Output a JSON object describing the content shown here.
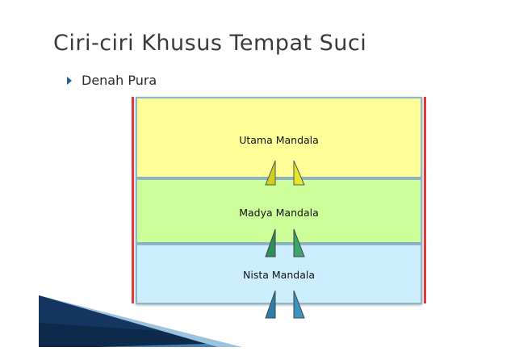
{
  "slide": {
    "title": "Ciri-ciri Khusus Tempat Suci",
    "bullet": "Denah Pura"
  },
  "zones": [
    {
      "label": "Utama Mandala",
      "color": "#ffff99"
    },
    {
      "label": "Madya Mandala",
      "color": "#ccff99"
    },
    {
      "label": "Nista Mandala",
      "color": "#cceeff"
    }
  ],
  "colors": {
    "wall": "#e23a3a",
    "gate_utama": "#cfd21c",
    "gate_madya": "#2e8f5a",
    "gate_nista": "#2c7fa8",
    "swoosh_dark": "#0e2a4a",
    "swoosh_light": "#4a8fbf"
  }
}
